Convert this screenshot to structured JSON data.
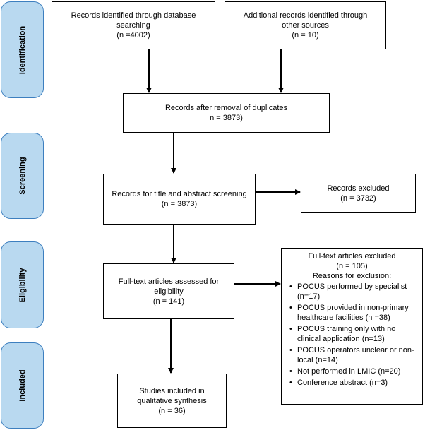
{
  "phases": {
    "identification": "Identification",
    "screening": "Screening",
    "eligibility": "Eligibility",
    "included": "Included"
  },
  "boxes": {
    "db_records": {
      "line1": "Records identified through database",
      "line2": "searching",
      "line3": "(n =4002)"
    },
    "other_records": {
      "line1": "Additional records identified through",
      "line2": "other sources",
      "line3": "(n = 10)"
    },
    "after_duplicates": {
      "line1": "Records after removal of duplicates",
      "line2": "n = 3873)"
    },
    "screened": {
      "line1": "Records for title and abstract screening",
      "line2": "(n = 3873)"
    },
    "excluded": {
      "line1": "Records excluded",
      "line2": "(n = 3732)"
    },
    "fulltext_assessed": {
      "line1": "Full-text articles assessed for",
      "line2": "eligibility",
      "line3": "(n = 141)"
    },
    "included": {
      "line1": "Studies included in",
      "line2": "qualitative synthesis",
      "line3": "(n = 36)"
    }
  },
  "fulltext_excluded": {
    "title": "Full-text articles excluded",
    "count": "(n = 105)",
    "reasons_heading": "Reasons for exclusion:",
    "reasons": [
      "POCUS performed by specialist (n=17)",
      "POCUS provided in non-primary healthcare facilities (n =38)",
      "POCUS training only with no clinical application (n=13)",
      "POCUS operators unclear or non-local (n=14)",
      "Not performed in LMIC (n=20)",
      "Conference abstract (n=3)"
    ]
  }
}
